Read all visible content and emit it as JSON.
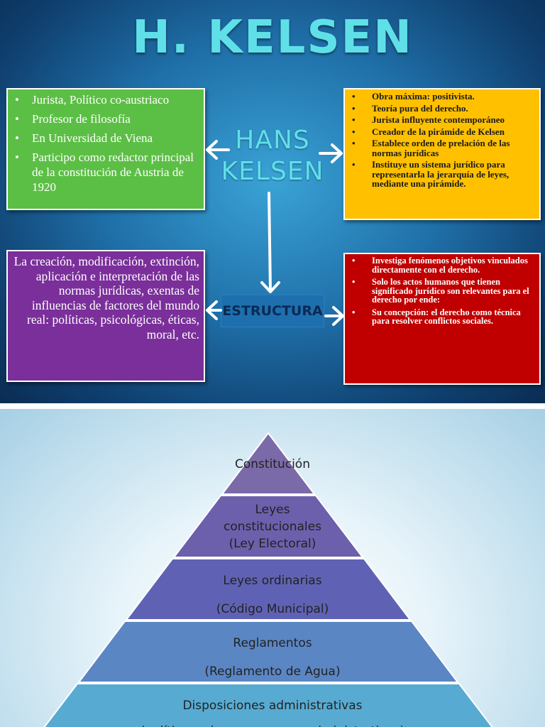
{
  "slide1": {
    "title": "H. KELSEN",
    "center_title_line1": "HANS",
    "center_title_line2": "KELSEN",
    "estructura": "ESTRUCTURA",
    "green_items": [
      "Jurista, Político co-austriaco",
      "Profesor de filosofía",
      "En Universidad de Viena",
      "Participo como redactor principal de la constitución de Austria de 1920"
    ],
    "yellow_items": [
      "Obra máxima: positivista.",
      "Teoría pura del derecho.",
      "Jurista influyente contemporáneo",
      "Creador de la pirámide de Kelsen",
      "Establece orden de prelación de las normas jurídicas",
      "Instituye un sistema jurídico para representarla la jerarquía de leyes, mediante una pirámide."
    ],
    "purple_text": "La creación, modificación, extinción, aplicación e interpretación de las normas jurídicas, exentas de influencias de factores del mundo real: políticas, psicológicas, éticas, moral, etc.",
    "red_items": [
      "Investiga fenómenos objetivos vinculados directamente con el derecho.",
      "Solo los actos humanos que tienen significado jurídico son relevantes para el derecho por ende:",
      "Su concepción: el derecho como técnica para resolver conflictos sociales."
    ]
  },
  "pyramid": {
    "levels": [
      {
        "line1": "Constitución",
        "line2": "",
        "line3": "",
        "color": "#7b6aa8"
      },
      {
        "line1": "Leyes",
        "line2": "constitucionales",
        "line3": "(Ley Electoral)",
        "color": "#6c5fac"
      },
      {
        "line1": "Leyes ordinarias",
        "line2": "(Código Municipal)",
        "line3": "",
        "color": "#5f62b4"
      },
      {
        "line1": "Reglamentos",
        "line2": "(Reglamento de Agua)",
        "line3": "",
        "color": "#5b86c4"
      },
      {
        "line1": "Disposiciones administrativas",
        "line2": "(políticas, planes y normas administrativas)",
        "line3": "",
        "color": "#57abd2"
      }
    ]
  }
}
